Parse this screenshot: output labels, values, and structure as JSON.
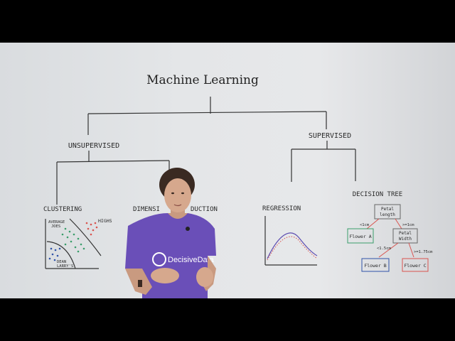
{
  "board": {
    "title": "Machine Learning",
    "unsupervised": "UNSUPERVISED",
    "supervised": "SUPERVISED",
    "clustering": "CLUSTERING",
    "dimensionality": "DIMENSI",
    "dimensionality_tail": "DUCTION",
    "regression": "REGRESSION",
    "decision_tree": "DECISION TREE",
    "cluster_labels": {
      "average_a": "AVERAGE",
      "average_b": "JOES",
      "highs": "HIGHS",
      "dean_a": "DEAN",
      "dean_b": "LARRY'S"
    },
    "tree": {
      "root_a": "Petal",
      "root_b": "length",
      "left_edge": "<1cm",
      "right_edge": ">=1cm",
      "leaf_a": "Flower A",
      "node_a": "Petal",
      "node_b": "Width",
      "edge_low": "<1.5cm",
      "edge_high": ">=1.75cm",
      "leaf_b": "Flower B",
      "leaf_c": "Flower C"
    }
  },
  "shirt": {
    "brand": "DecisiveData"
  }
}
